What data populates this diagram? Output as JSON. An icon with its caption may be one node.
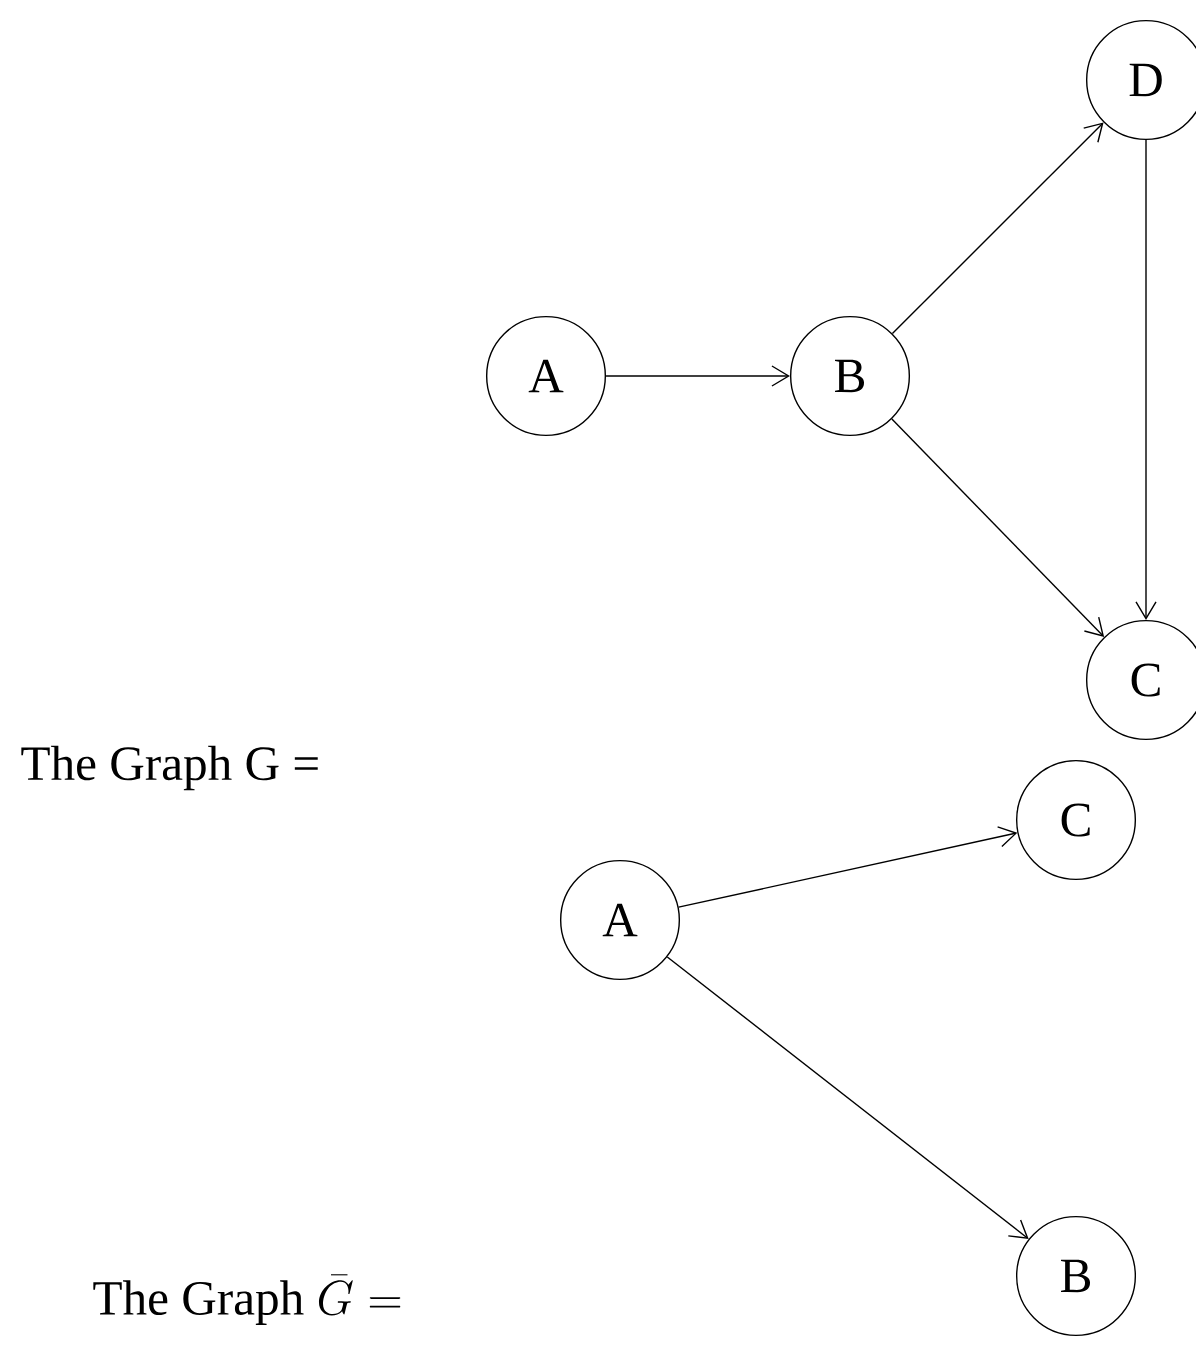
{
  "diagram": {
    "nodes": [
      {
        "text": [
          "A"
        ]
      },
      {
        "text": [
          "B"
        ]
      },
      {
        "text": [
          "D"
        ]
      },
      {
        "text": [
          "C"
        ]
      },
      {
        "text": [
          "C"
        ]
      },
      {
        "text": [
          "A"
        ]
      },
      {
        "text": [
          "B"
        ]
      }
    ],
    "edges": [
      {
        "from": 0,
        "to": 1,
        "arrow": "to"
      },
      {
        "from": 1,
        "to": 2,
        "arrow": "to"
      },
      {
        "from": 1,
        "to": 3,
        "arrow": "to"
      },
      {
        "from": 2,
        "to": 3,
        "arrow": "to"
      },
      {
        "from": 5,
        "to": 4,
        "arrow": "to"
      },
      {
        "from": 5,
        "to": 6,
        "arrow": "to"
      }
    ],
    "labels": [
      "The Graph G =",
      "The Graph",
      "\\bar{G} ="
    ]
  }
}
